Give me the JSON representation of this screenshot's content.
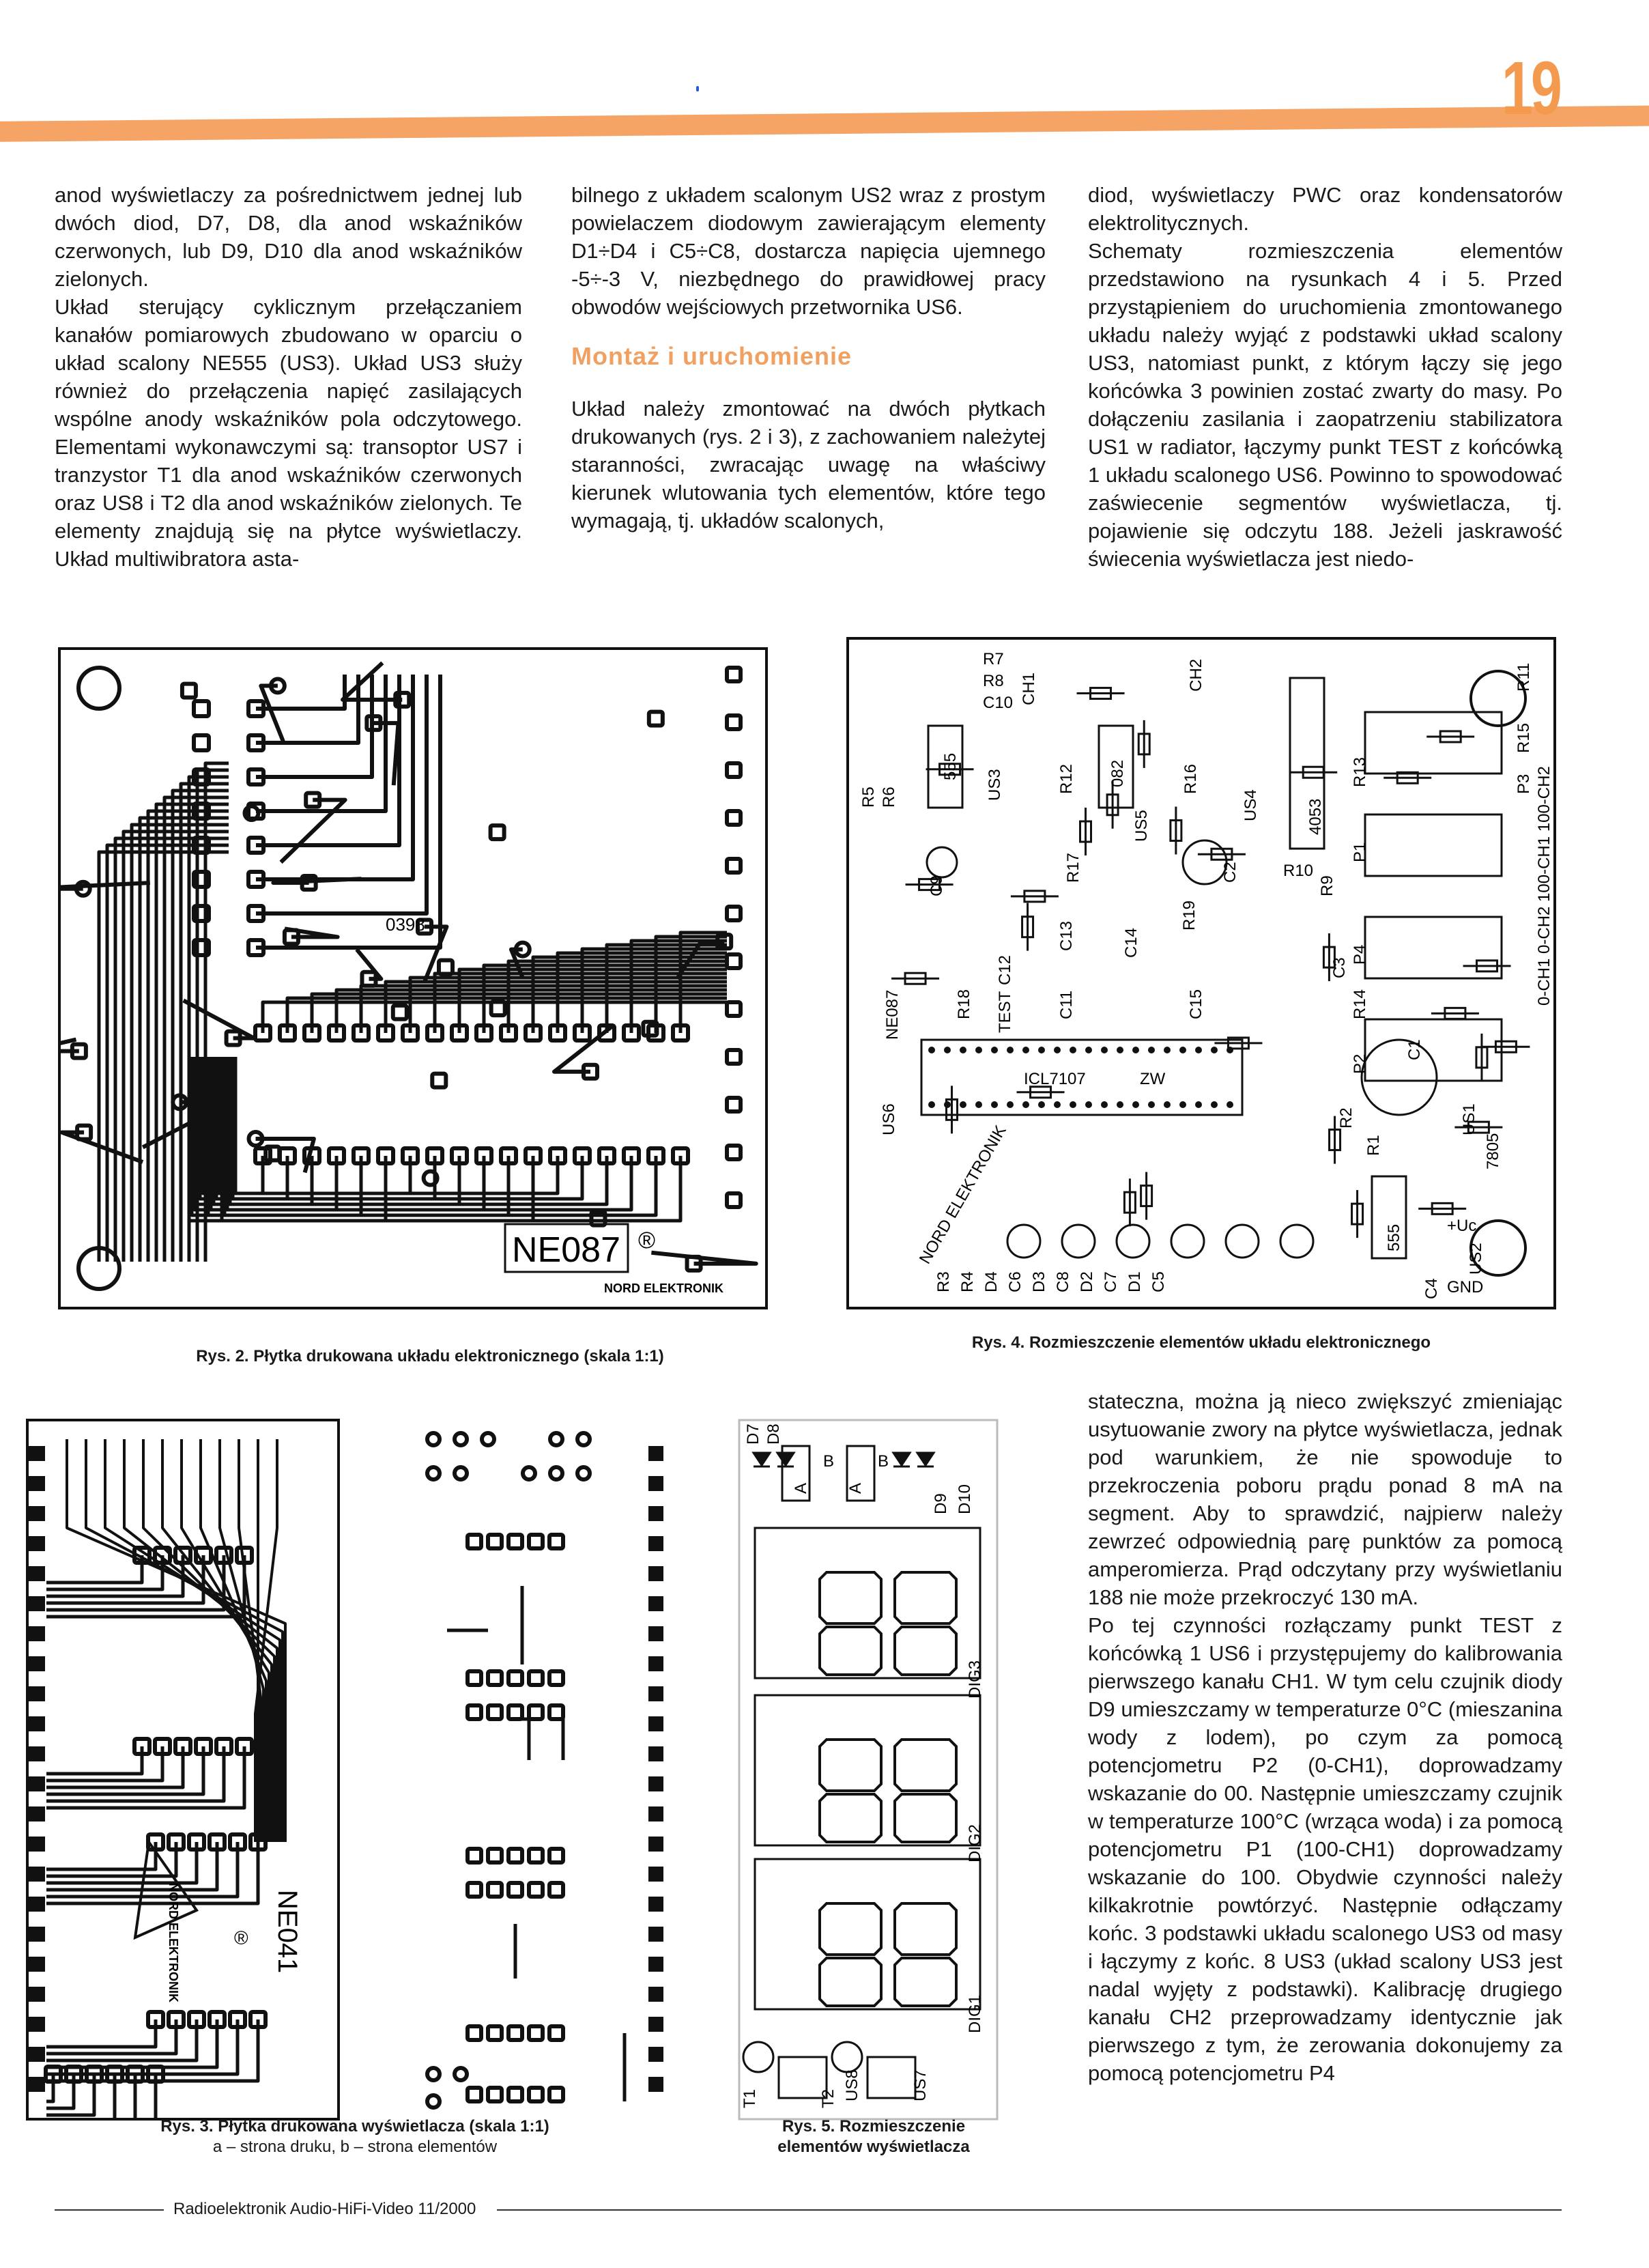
{
  "page_number": "19",
  "columns": {
    "col1": [
      "anod wyświetlaczy za pośrednictwem jednej lub dwóch diod, D7, D8, dla anod wskaźników czerwonych, lub D9, D10 dla anod wskaźników zielonych.",
      "Układ sterujący cyklicznym przełączaniem kanałów pomiarowych zbudowano w oparciu o układ scalony NE555 (US3). Układ US3 służy również do przełączenia napięć zasilających wspólne anody wskaźników pola odczytowego. Elementami wykonawczymi są: transoptor US7 i tranzystor T1 dla anod wskaźników czerwonych oraz US8 i T2 dla anod wskaźników zielonych. Te elementy znajdują się na płytce wyświetlaczy. Układ multiwibratora asta-"
    ],
    "col2": [
      "bilnego z układem scalonym US2 wraz z prostym powielaczem diodowym zawierającym elementy D1÷D4 i C5÷C8, dostarcza napięcia ujemnego -5÷-3 V, niezbędnego do prawidłowej pracy obwodów wejściowych przetwornika US6."
    ],
    "heading": "Montaż i uruchomienie",
    "col2b": [
      "Układ należy zmontować na dwóch płytkach drukowanych (rys. 2 i 3), z zachowaniem należytej staranności, zwracając uwagę na właściwy kierunek wlutowania tych elementów, które tego wymagają, tj. układów scalonych,"
    ],
    "col3": [
      "diod, wyświetlaczy PWC oraz kondensatorów elektrolitycznych.",
      "Schematy rozmieszczenia elementów przedstawiono na rysunkach 4 i 5. Przed przystąpieniem do uruchomienia zmontowanego układu należy wyjąć z podstawki układ scalony US3, natomiast punkt, z którym łączy się jego końcówka 3 powinien zostać zwarty do masy. Po dołączeniu zasilania i zaopatrzeniu stabilizatora US1 w radiator, łączymy punkt TEST z końcówką 1 układu scalonego US6. Powinno to spowodować zaświecenie segmentów wyświetlacza, tj. pojawienie się odczytu 188. Jeżeli jaskrawość świecenia wyświetlacza jest niedo-"
    ],
    "col3b": [
      "stateczna, można ją nieco zwiększyć zmieniając usytuowanie zwory na płytce wyświetlacza, jednak pod warunkiem, że nie spowoduje to przekroczenia poboru prądu ponad 8 mA na segment. Aby to sprawdzić, najpierw należy zewrzeć odpowiednią parę punktów za pomocą amperomierza. Prąd odczytany przy wyświetlaniu 188 nie może przekroczyć 130 mA.",
      "Po tej czynności rozłączamy punkt TEST z końcówką 1 US6 i przystępujemy do kalibrowania pierwszego kanału CH1. W tym celu czujnik diody D9 umieszczamy w temperaturze 0°C (mieszanina wody z lodem), po czym za pomocą potencjometru P2 (0-CH1), doprowadzamy wskazanie do 00. Następnie umieszczamy czujnik w temperaturze 100°C (wrząca woda) i za pomocą potencjometru P1 (100-CH1) doprowadzamy wskazanie do 100. Obydwie czynności należy kilkakrotnie powtórzyć. Następnie odłączamy końc. 3 podstawki układu scalonego US3 od masy i łączymy z końc. 8 US3 (układ scalony US3 jest nadal wyjęty z podstawki). Kalibrację drugiego kanału CH2 przeprowadzamy identycznie jak pierwszego z tym, że zerowania dokonujemy za pomocą potencjometru P4"
    ]
  },
  "figures": {
    "fig2": {
      "caption": "Rys. 2. Płytka drukowana układu elektronicznego (skala 1:1)",
      "labels": {
        "chip": "0398",
        "board": "NE087",
        "logo": "NORD ELEKTRONIK",
        "reg": "®"
      }
    },
    "fig3": {
      "caption": "Rys. 3. Płytka drukowana wyświetlacza (skala 1:1)",
      "subcaption": "a – strona druku, b – strona elementów",
      "labels": {
        "board": "NE041",
        "logo": "NORD ELEKTRONIK",
        "reg": "®"
      }
    },
    "fig4": {
      "caption": "Rys. 4. Rozmieszczenie elementów układu elektronicznego",
      "labels": [
        "R7",
        "R8",
        "C10",
        "CH1",
        "555",
        "US3",
        "R12",
        "082",
        "US5",
        "R16",
        "CH2",
        "US4",
        "4053",
        "R11",
        "R15",
        "P3",
        "R13",
        "P1",
        "R9",
        "R10",
        "P4",
        "R14",
        "C3",
        "P2",
        "C9",
        "R5",
        "R6",
        "R17",
        "C13",
        "C12",
        "TEST",
        "C11",
        "C14",
        "R19",
        "C2",
        "C15",
        "R18",
        "NE087",
        "ICL7107",
        "US6",
        "C1",
        "R1",
        "R2",
        "US1",
        "7805",
        "+Uc",
        "GND",
        "C4",
        "555",
        "US2",
        "R3",
        "R4",
        "D4",
        "C6",
        "D3",
        "C8",
        "D2",
        "C7",
        "D1",
        "C5",
        "ZW",
        "0-CH1 0-CH2 100-CH1 100-CH2",
        "NORD ELEKTRONIK"
      ]
    },
    "fig5": {
      "caption": "Rys. 5. Rozmieszczenie elementów wyświetlacza",
      "labels": [
        "D7",
        "D8",
        "A",
        "B",
        "A",
        "B",
        "D9",
        "D10",
        "DIG3",
        "DIG2",
        "DIG1",
        "T1",
        "T2",
        "US8",
        "US7"
      ]
    }
  },
  "footer": "Radioelektronik Audio-HiFi-Video 11/2000",
  "colors": {
    "accent": "#f39a4e",
    "bar": "#f5a466",
    "heading": "#f0a060"
  }
}
